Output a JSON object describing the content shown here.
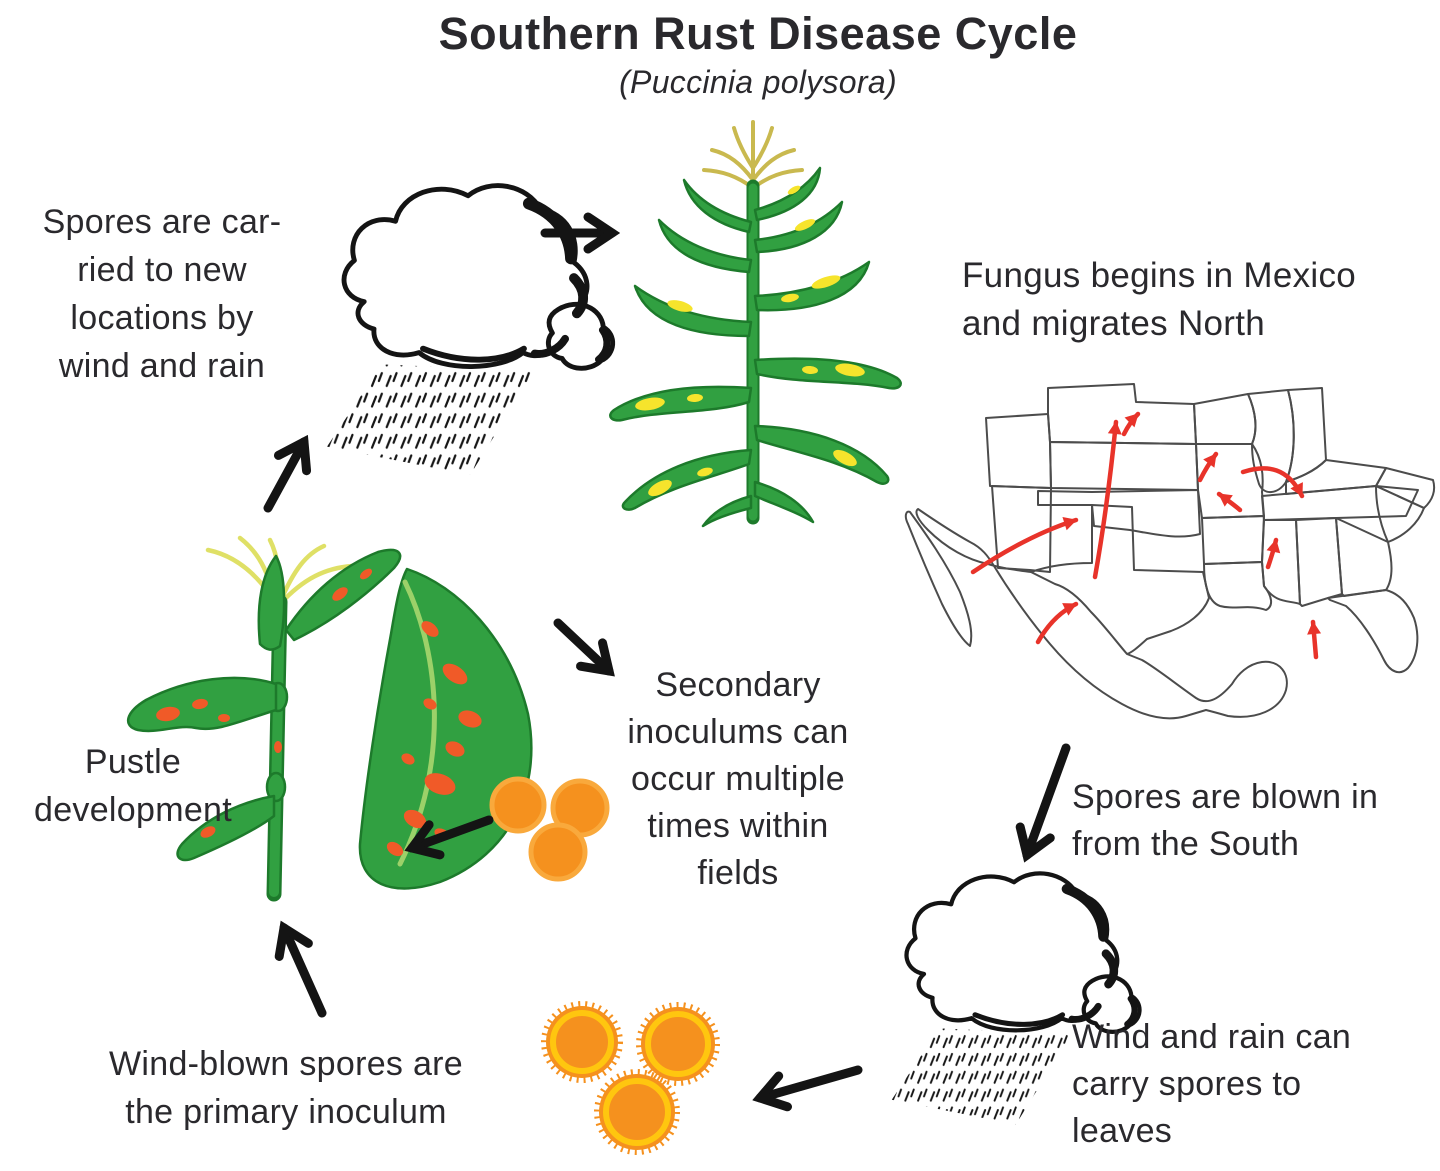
{
  "title": "Southern Rust Disease Cycle",
  "subtitle": "(Puccinia polysora)",
  "annotations": {
    "spores_carried": "Spores are car-\nried to new\nlocations by\nwind and rain",
    "fungus_origin": "Fungus begins in Mexico\nand migrates North",
    "pustle_development": "Pustle\ndevelopment",
    "secondary_inoculums": "Secondary\ninoculums can\noccur multiple\ntimes within\nfields",
    "spores_blown": "Spores are blown in\nfrom the South",
    "wind_rain_carry": "Wind and rain can\ncarry spores to\nleaves",
    "primary_inoculum": "Wind-blown spores are\nthe primary inoculum"
  },
  "illustrations": {
    "rain_cloud_top": "rain-cloud-icon",
    "rain_cloud_bottom": "rain-cloud-icon",
    "healthy_corn": "corn-plant-illustration",
    "infected_corn": "infected-corn-plant-illustration",
    "migration_map": "mexico-us-migration-map",
    "spore_cluster_small": "urediniospore-cluster-small",
    "spore_cluster_large": "urediniospore-cluster-large"
  },
  "colors": {
    "text": "#2a292d",
    "leaf_green": "#31a041",
    "leaf_dark": "#1d7a2b",
    "lesion_yellow": "#f6e42c",
    "tassel_gold": "#c9b94f",
    "silk_yellow": "#dfe066",
    "pustule_red": "#f05a28",
    "spore_orange": "#f5911e",
    "spore_ring": "#ffc60f",
    "map_line": "#4c4c4c",
    "map_arrow_red": "#e8332a",
    "ink": "#141414"
  }
}
